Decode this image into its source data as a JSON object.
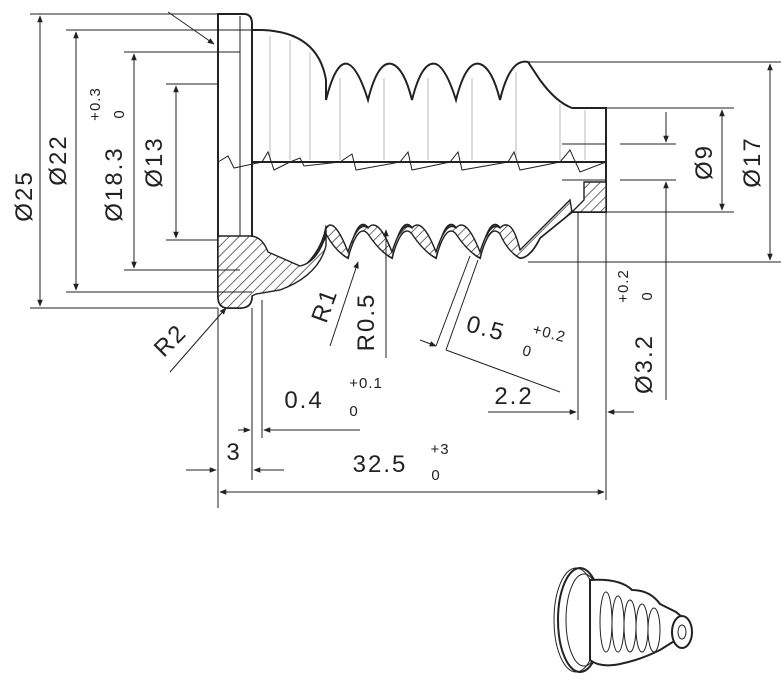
{
  "dimensions": {
    "d25": "Ø25",
    "d22": "Ø22",
    "d18_3": "Ø18.3",
    "d18_3_tol_upper": "+0.3",
    "d18_3_tol_lower": "0",
    "d13": "Ø13",
    "d9": "Ø9",
    "d17": "Ø17",
    "d3_2": "Ø3.2",
    "d3_2_tol_upper": "+0.2",
    "d3_2_tol_lower": "0",
    "r2": "R2",
    "r1": "R1",
    "r0_5": "R0.5",
    "t0_5": "0.5",
    "t0_5_tol_upper": "+0.2",
    "t0_5_tol_lower": "0",
    "t0_4": "0.4",
    "t0_4_tol_upper": "+0.1",
    "t0_4_tol_lower": "0",
    "len2_2": "2.2",
    "len3": "3",
    "len32_5": "32.5",
    "len32_5_tol_upper": "+3",
    "len32_5_tol_lower": "0"
  },
  "colors": {
    "line": "#222222",
    "background": "#ffffff"
  }
}
